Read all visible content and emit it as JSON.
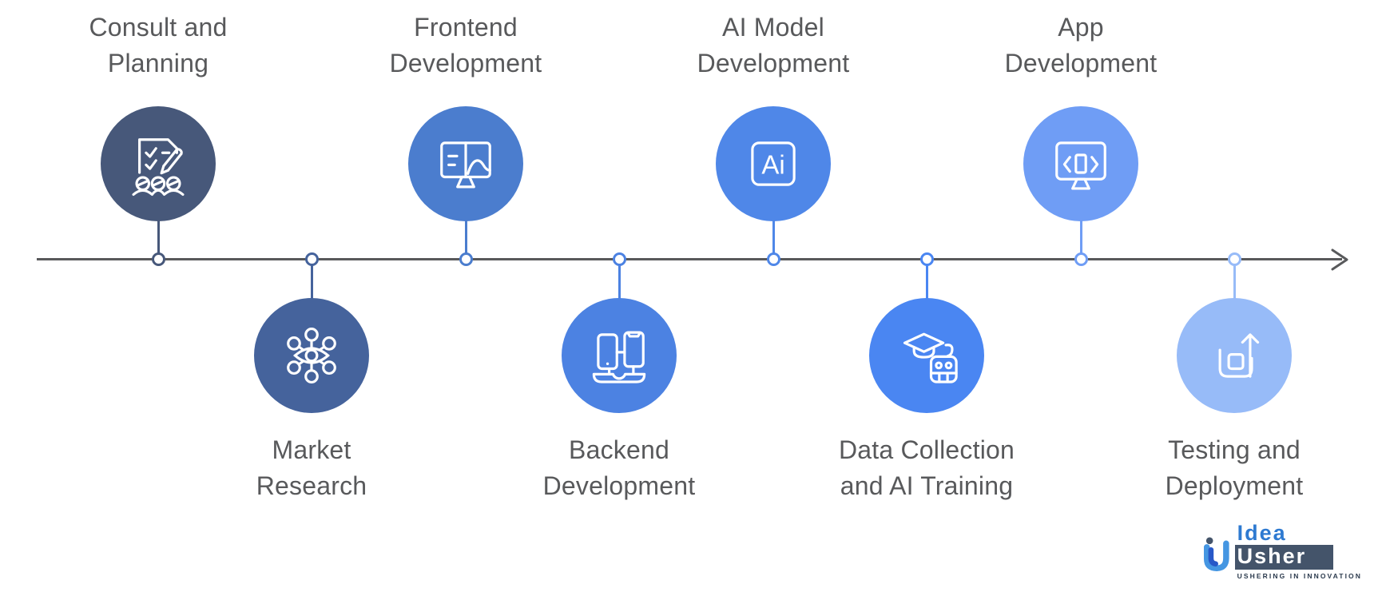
{
  "diagram": {
    "type": "horizontal-timeline",
    "direction": "left-to-right",
    "line_color": "#58595b",
    "label_color": "#58595b",
    "background": "#ffffff"
  },
  "phases": [
    {
      "label": "Consult and Planning",
      "label_line1": "Consult and",
      "label_line2": "Planning",
      "position": "top",
      "color": "#47587A",
      "icon": "checklist-people-icon"
    },
    {
      "label": "Market Research",
      "label_line1": "Market",
      "label_line2": "Research",
      "position": "bottom",
      "color": "#45639C",
      "icon": "network-eye-icon"
    },
    {
      "label": "Frontend Development",
      "label_line1": "Frontend",
      "label_line2": "Development",
      "position": "top",
      "color": "#4B7DCE",
      "icon": "wireframe-monitor-icon"
    },
    {
      "label": "Backend Development",
      "label_line1": "Backend",
      "label_line2": "Development",
      "position": "bottom",
      "color": "#4C82E2",
      "icon": "devices-sync-icon"
    },
    {
      "label": "AI Model Development",
      "label_line1": "AI Model",
      "label_line2": "Development",
      "position": "top",
      "color": "#4F87E8",
      "icon": "ai-badge-icon",
      "badge_text": "Ai"
    },
    {
      "label": "Data Collection and AI Training",
      "label_line1": "Data Collection",
      "label_line2": "and AI Training",
      "position": "bottom",
      "color": "#4A86F2",
      "icon": "robot-graduation-icon"
    },
    {
      "label": "App Development",
      "label_line1": "App",
      "label_line2": "Development",
      "position": "top",
      "color": "#6F9DF5",
      "icon": "code-monitor-icon"
    },
    {
      "label": "Testing and Deployment",
      "label_line1": "Testing and",
      "label_line2": "Deployment",
      "position": "bottom",
      "color": "#97BBF8",
      "icon": "deploy-arrow-icon"
    }
  ],
  "logo": {
    "brand_word1": "Idea",
    "brand_word2": "Usher",
    "tagline": "USHERING IN INNOVATION",
    "accent_blue": "#2e7ad1",
    "mark_blue_light": "#4596e2",
    "mark_blue_dark": "#2758c8",
    "dark_slate": "#44546a"
  }
}
